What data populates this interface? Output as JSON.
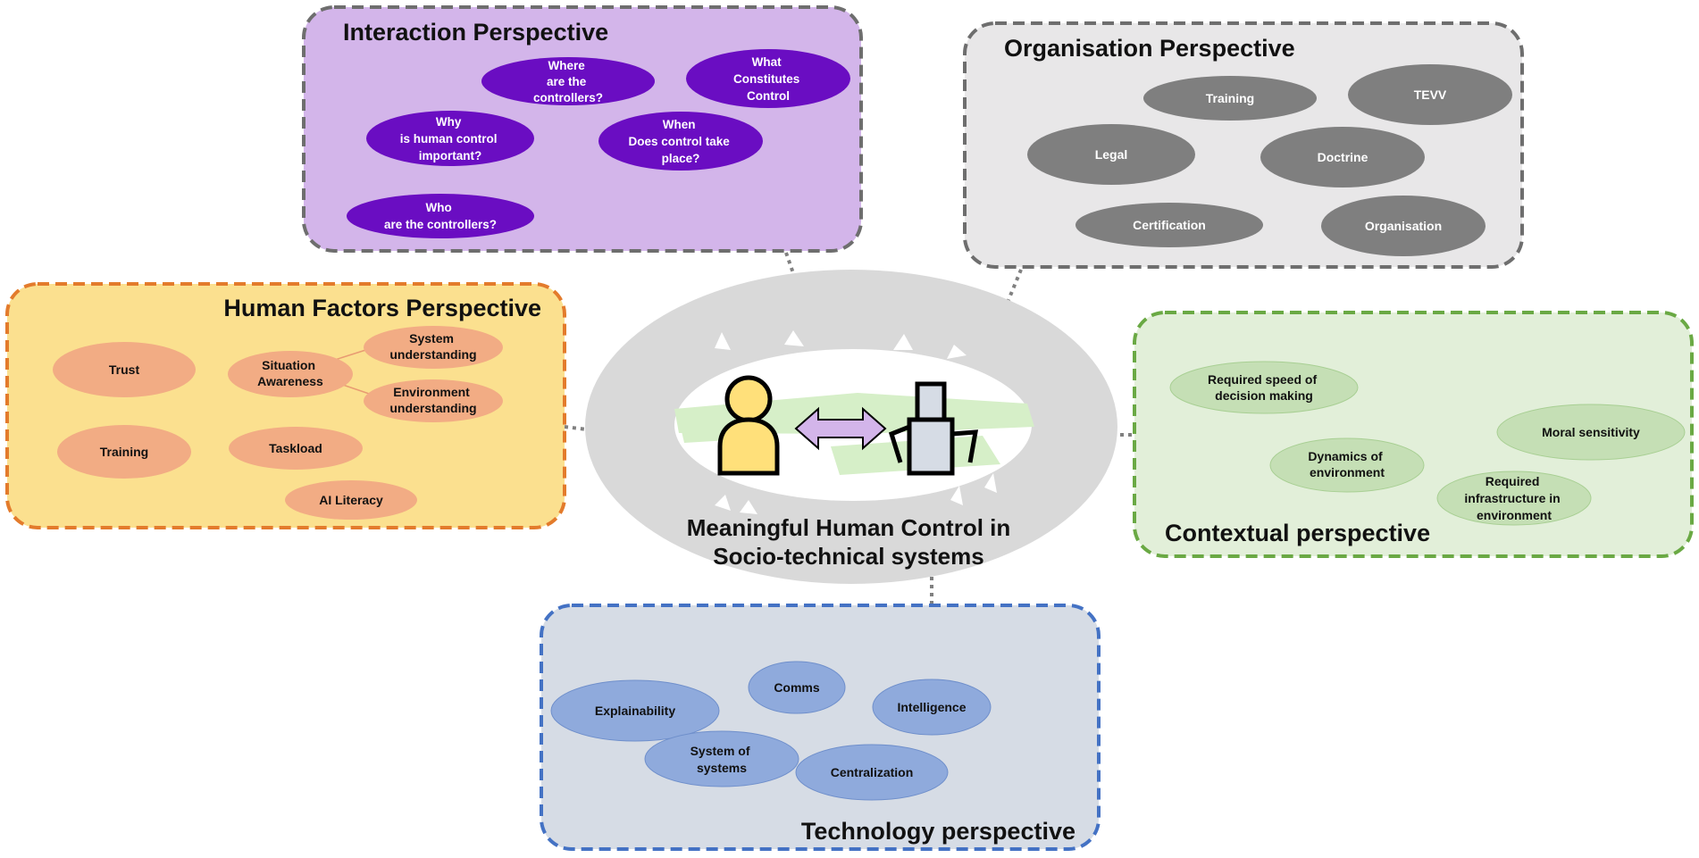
{
  "center": {
    "title_line1": "Meaningful Human Control in",
    "title_line2": "Socio-technical systems"
  },
  "panels": [
    {
      "key": "interaction",
      "title": "Interaction Perspective",
      "fill": "#d3b5ea",
      "border": "#6e6e6e",
      "node_fill": "#6a0dc2",
      "node_text": "#ffffff",
      "nodes": [
        {
          "lines": [
            "Where",
            "are the",
            "controllers?"
          ]
        },
        {
          "lines": [
            "What",
            "Constitutes",
            "Control"
          ]
        },
        {
          "lines": [
            "Why",
            "is human control",
            "important?"
          ]
        },
        {
          "lines": [
            "When",
            "Does control take",
            "place?"
          ]
        },
        {
          "lines": [
            "Who",
            "are the controllers?"
          ]
        }
      ]
    },
    {
      "key": "organisation",
      "title": "Organisation Perspective",
      "fill": "#e8e7e8",
      "border": "#6e6e6e",
      "node_fill": "#7f7f7f",
      "node_text": "#ffffff",
      "nodes": [
        {
          "lines": [
            "Training"
          ]
        },
        {
          "lines": [
            "TEVV"
          ]
        },
        {
          "lines": [
            "Legal"
          ]
        },
        {
          "lines": [
            "Doctrine"
          ]
        },
        {
          "lines": [
            "Certification"
          ]
        },
        {
          "lines": [
            "Organisation"
          ]
        }
      ]
    },
    {
      "key": "human_factors",
      "title": "Human Factors Perspective",
      "fill": "#fbe08f",
      "border": "#e37b2c",
      "node_fill": "#f2ac84",
      "node_text": "#111111",
      "nodes": [
        {
          "lines": [
            "Trust"
          ]
        },
        {
          "lines": [
            "Situation",
            "Awareness"
          ]
        },
        {
          "lines": [
            "System",
            "understanding"
          ]
        },
        {
          "lines": [
            "Environment",
            "understanding"
          ]
        },
        {
          "lines": [
            "Training"
          ]
        },
        {
          "lines": [
            "Taskload"
          ]
        },
        {
          "lines": [
            "AI Literacy"
          ]
        }
      ]
    },
    {
      "key": "contextual",
      "title": "Contextual perspective",
      "fill": "#e2efd9",
      "border": "#6aa944",
      "node_fill": "#c5dfb5",
      "node_text": "#111111",
      "nodes": [
        {
          "lines": [
            "Required speed of",
            "decision making"
          ]
        },
        {
          "lines": [
            "Moral sensitivity"
          ]
        },
        {
          "lines": [
            "Dynamics of",
            "environment"
          ]
        },
        {
          "lines": [
            "Required",
            "infrastructure in",
            "environment"
          ]
        }
      ]
    },
    {
      "key": "technology",
      "title": "Technology perspective",
      "fill": "#d6dce5",
      "border": "#4472c4",
      "node_fill": "#8faadc",
      "node_text": "#111111",
      "nodes": [
        {
          "lines": [
            "Comms"
          ]
        },
        {
          "lines": [
            "Explainability"
          ]
        },
        {
          "lines": [
            "Intelligence"
          ]
        },
        {
          "lines": [
            "System of",
            "systems"
          ]
        },
        {
          "lines": [
            "Centralization"
          ]
        }
      ]
    }
  ],
  "colors": {
    "ring": "#d9d9d9",
    "inner_band": "#d6efc8",
    "human_fill": "#ffe07a",
    "robot_fill": "#d6dce5",
    "link_arrow": "#d3b5ea",
    "connector": "#808080"
  },
  "icons": [
    "human-icon",
    "robot-icon",
    "double-arrow-icon"
  ]
}
